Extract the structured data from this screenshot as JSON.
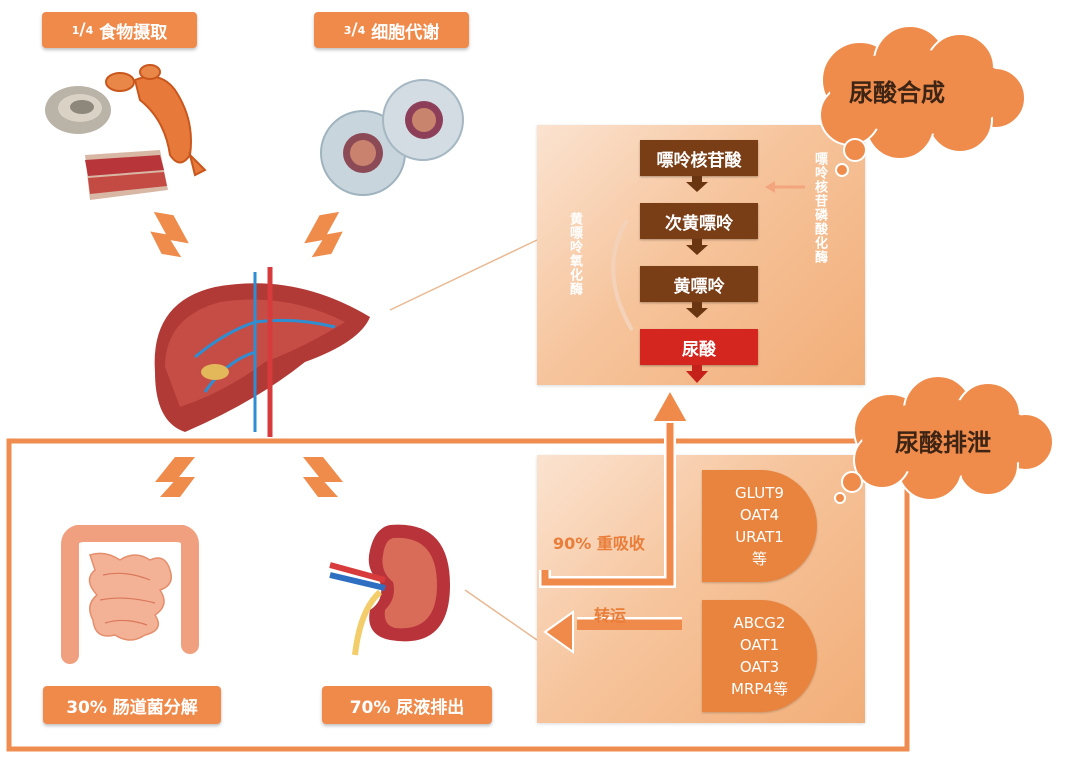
{
  "top_labels": {
    "food_fraction": "1/4",
    "food_fraction_num": "1",
    "food_fraction_den": "4",
    "food_text": "食物摄取",
    "cell_fraction_num": "3",
    "cell_fraction_den": "4",
    "cell_text": "细胞代谢"
  },
  "synthesis": {
    "cloud_label": "尿酸合成",
    "steps": [
      "嘌呤核苷酸",
      "次黄嘌呤",
      "黄嘌呤",
      "尿酸"
    ],
    "enzyme_left": "黄嘌呤氧化酶",
    "enzyme_right": "嘌呤核苷磷酸化酶"
  },
  "excretion": {
    "cloud_label": "尿酸排泄",
    "reabsorb_label": "90% 重吸收",
    "transport_label": "转运",
    "reabsorb_transporters": [
      "GLUT9",
      "OAT4",
      "URAT1",
      "等"
    ],
    "secrete_transporters": [
      "ABCG2",
      "OAT1",
      "OAT3",
      "MRP4等"
    ]
  },
  "bottom_labels": {
    "gut": "30% 肠道菌分解",
    "urine": "70% 尿液排出"
  },
  "colors": {
    "accent": "#f08a4b",
    "step_brown": "#7a3e17",
    "step_red": "#d4251e",
    "frame": "#ee8d4f"
  }
}
